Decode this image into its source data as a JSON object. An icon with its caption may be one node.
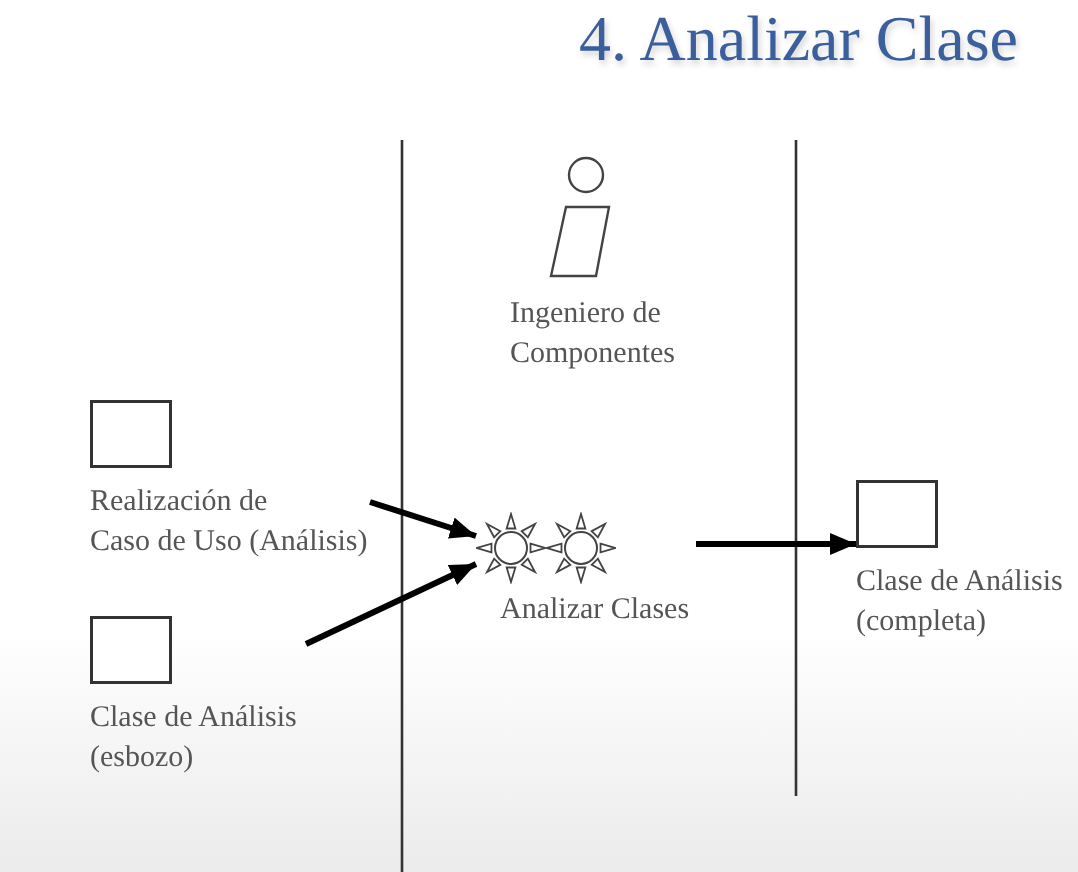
{
  "diagram": {
    "title": "4. Analizar Clase",
    "nodes": [
      {
        "text": [
          "Ingeniero de Componentes"
        ]
      },
      {
        "text": [
          "Realización de Caso de Uso (Análisis)"
        ]
      },
      {
        "text": [
          "Clase de Análisis (esbozo)"
        ]
      },
      {
        "text": [
          "Analizar Clases"
        ]
      },
      {
        "text": [
          "Clase de Análisis (completa)"
        ]
      }
    ],
    "edges": [
      {
        "from": 1,
        "to": 3,
        "arrow": "to"
      },
      {
        "from": 2,
        "to": 3,
        "arrow": "to"
      },
      {
        "from": 3,
        "to": 4,
        "arrow": "to"
      }
    ]
  }
}
